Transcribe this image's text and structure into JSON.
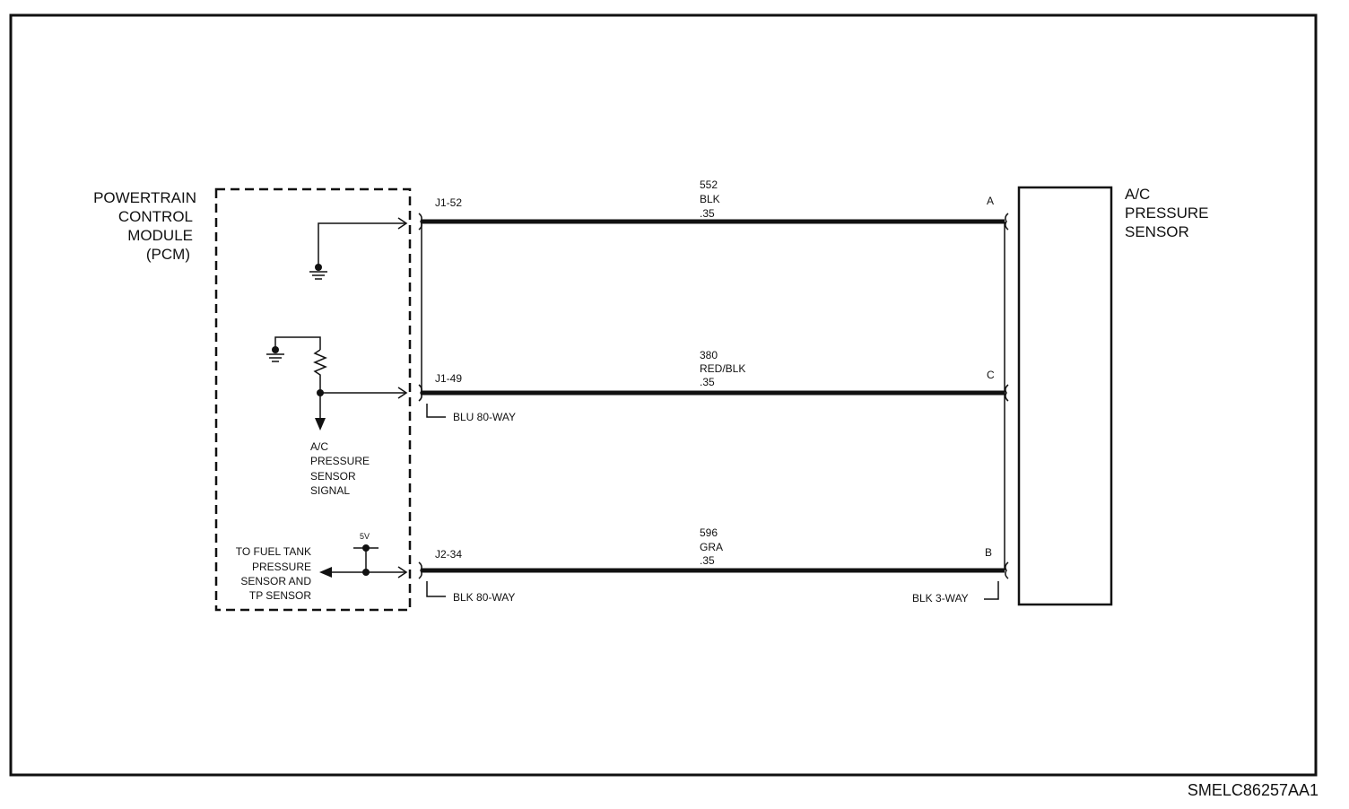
{
  "pcm": {
    "title_lines": [
      "POWERTRAIN",
      "CONTROL",
      "MODULE",
      "(PCM)"
    ],
    "signal_label_lines": [
      "A/C",
      "PRESSURE",
      "SENSOR",
      "SIGNAL"
    ],
    "voltage_label": "5V",
    "fuel_tank_label_lines": [
      "TO FUEL TANK",
      "PRESSURE",
      "SENSOR AND",
      "TP SENSOR"
    ]
  },
  "sensor": {
    "title_lines": [
      "A/C",
      "PRESSURE",
      "SENSOR"
    ]
  },
  "circuits": [
    {
      "pcm_pin": "J1-52",
      "circuit": "552",
      "color": "BLK",
      "gauge": ".35",
      "sensor_pin": "A"
    },
    {
      "pcm_pin": "J1-49",
      "circuit": "380",
      "color": "RED/BLK",
      "gauge": ".35",
      "sensor_pin": "C"
    },
    {
      "pcm_pin": "J2-34",
      "circuit": "596",
      "color": "GRA",
      "gauge": ".35",
      "sensor_pin": "B"
    }
  ],
  "connectors": {
    "blu": "BLU 80-WAY",
    "blk80": "BLK 80-WAY",
    "blk3": "BLK 3-WAY"
  },
  "figure_code": "SMELC86257AA1"
}
